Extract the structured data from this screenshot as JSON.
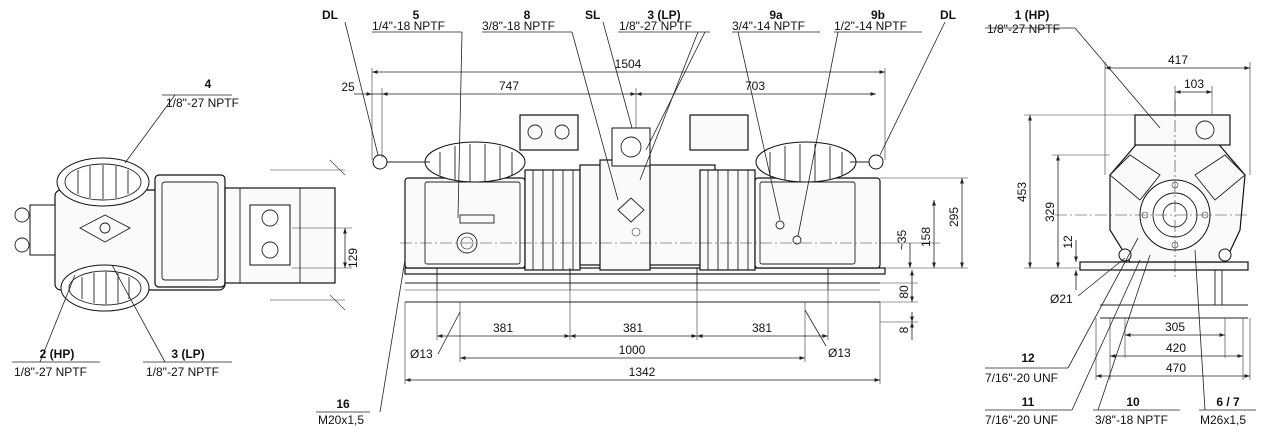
{
  "callouts": {
    "c4": {
      "num": "4",
      "thread": "1/8\"-27 NPTF"
    },
    "c2": {
      "num": "2 (HP)",
      "thread": "1/8\"-27 NPTF"
    },
    "c3b": {
      "num": "3 (LP)",
      "thread": "1/8\"-27 NPTF"
    },
    "dl1": {
      "num": "DL"
    },
    "c5": {
      "num": "5",
      "thread": "1/4\"-18 NPTF"
    },
    "c8": {
      "num": "8",
      "thread": "3/8\"-18 NPTF"
    },
    "sl": {
      "num": "SL"
    },
    "c3t": {
      "num": "3 (LP)",
      "thread": "1/8\"-27 NPTF"
    },
    "c9a": {
      "num": "9a",
      "thread": "3/4\"-14 NPTF"
    },
    "c9b": {
      "num": "9b",
      "thread": "1/2\"-14 NPTF"
    },
    "dl2": {
      "num": "DL"
    },
    "c1": {
      "num": "1 (HP)",
      "thread": "1/8\"-27 NPTF"
    },
    "c16": {
      "num": "16",
      "thread": "M20x1,5"
    },
    "c12": {
      "num": "12",
      "thread": "7/16\"-20 UNF"
    },
    "c11": {
      "num": "11",
      "thread": "7/16\"-20 UNF"
    },
    "c10": {
      "num": "10",
      "thread": "3/8\"-18 NPTF"
    },
    "c67": {
      "num": "6 / 7",
      "thread": "M26x1,5"
    }
  },
  "dimensions": {
    "d129": "129",
    "d1504": "1504",
    "d25": "25",
    "d747": "747",
    "d703": "703",
    "d295": "295",
    "d158": "158",
    "dm35": "~35",
    "d80": "80",
    "d8": "8",
    "d381a": "381",
    "d381b": "381",
    "d381c": "381",
    "d1000": "1000",
    "d1342": "1342",
    "dphi13a": "Ø13",
    "dphi13b": "Ø13",
    "d417": "417",
    "d103": "103",
    "d453": "453",
    "d329": "329",
    "d12": "12",
    "dphi21": "Ø21",
    "d305": "305",
    "d420": "420",
    "d470": "470"
  }
}
